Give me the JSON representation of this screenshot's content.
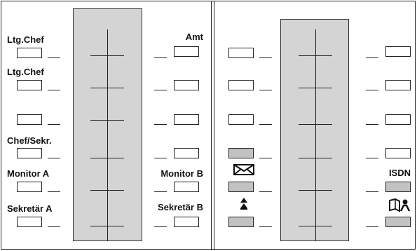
{
  "panel_left": {
    "labels_left": [
      "Ltg.Chef",
      "Ltg.Chef",
      "",
      "Chef/Sekr.",
      "Monitor A",
      "Sekretär A"
    ],
    "labels_right": [
      "Amt",
      "",
      "",
      "",
      "Monitor B",
      "Sekretär B"
    ]
  },
  "panel_right": {
    "labels_left": [
      "",
      "",
      "",
      "",
      "",
      ""
    ],
    "labels_right": [
      "",
      "",
      "",
      "",
      "ISDN",
      ""
    ],
    "icons_left": [
      "envelope-icon",
      "arrow-up-icon"
    ],
    "icons_right": [
      "phonebook-icon"
    ]
  },
  "colors": {
    "strip": "#d4d4d4",
    "shaded_key": "#c2c2c2",
    "line": "#222222"
  }
}
